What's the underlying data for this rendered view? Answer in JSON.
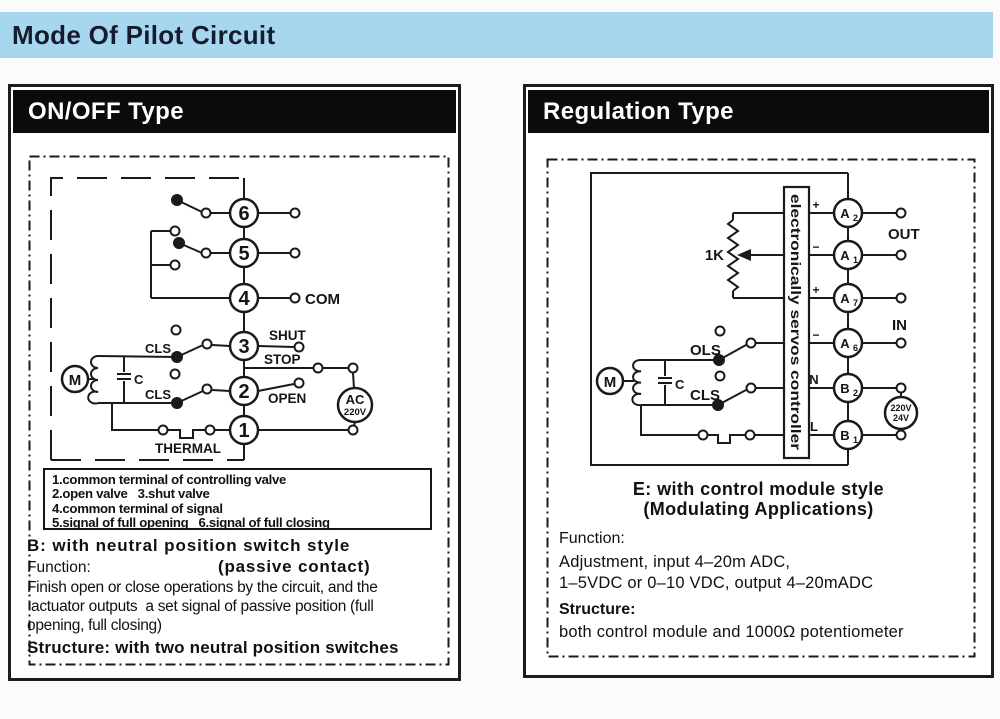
{
  "banner": {
    "title": "Mode Of Pilot Circuit",
    "bg": "#a7d7ef",
    "fg": "#151c2e"
  },
  "left_panel": {
    "header": "ON/OFF Type",
    "circuit": {
      "terminal_numbers": [
        "6",
        "5",
        "4",
        "3",
        "2",
        "1"
      ],
      "com_label": "COM",
      "shut_label": "SHUT",
      "stop_label": "STOP",
      "open_label": "OPEN",
      "thermal_label": "THERMAL",
      "motor_label": "M",
      "capacitor_label": "C",
      "limit_switch_upper": "CLS",
      "limit_switch_lower": "CLS",
      "power_label_1": "AC",
      "power_label_2": "220V"
    },
    "legend": [
      "1.common terminal of controlling valve",
      "2.open valve   3.shut valve",
      "4.common terminal of signal",
      "5.signal of full opening   6.signal of full closing"
    ],
    "description": {
      "style_title": "B: with neutral position switch style",
      "function_label": "Function:",
      "passive_contact": "(passive contact)",
      "line1": "Finish open or close operations by the circuit, and the",
      "line2": " actuator outputs  a set signal of passive position (full",
      "line3": "opening, full closing)",
      "structure": "Structure: with two neutral position switches"
    }
  },
  "right_panel": {
    "header": "Regulation Type",
    "circuit": {
      "resistor_label": "1K",
      "controller_label": "electronically servos controller",
      "terminals": [
        {
          "letter": "A",
          "sub": "2",
          "sign": "+"
        },
        {
          "letter": "A",
          "sub": "1",
          "sign": "−"
        },
        {
          "letter": "A",
          "sub": "7",
          "sign": "+"
        },
        {
          "letter": "A",
          "sub": "6",
          "sign": "−"
        },
        {
          "letter": "B",
          "sub": "2",
          "sign": "N"
        },
        {
          "letter": "B",
          "sub": "1",
          "sign": "L"
        }
      ],
      "out_label": "OUT",
      "in_label": "IN",
      "ols_label": "OLS",
      "cls_label": "CLS",
      "motor_label": "M",
      "capacitor_label": "C",
      "power_label_1": "220V",
      "power_label_2": "24V"
    },
    "description": {
      "style_title": "E: with control module style",
      "style_subtitle": "(Modulating Applications)",
      "function_label": "Function:",
      "function_line1": "Adjustment, input 4–20m ADC,",
      "function_line2": "1–5VDC or 0–10 VDC, output 4–20mADC",
      "structure_label": "Structure:",
      "structure_line": "both control module and 1000Ω potentiometer"
    }
  }
}
